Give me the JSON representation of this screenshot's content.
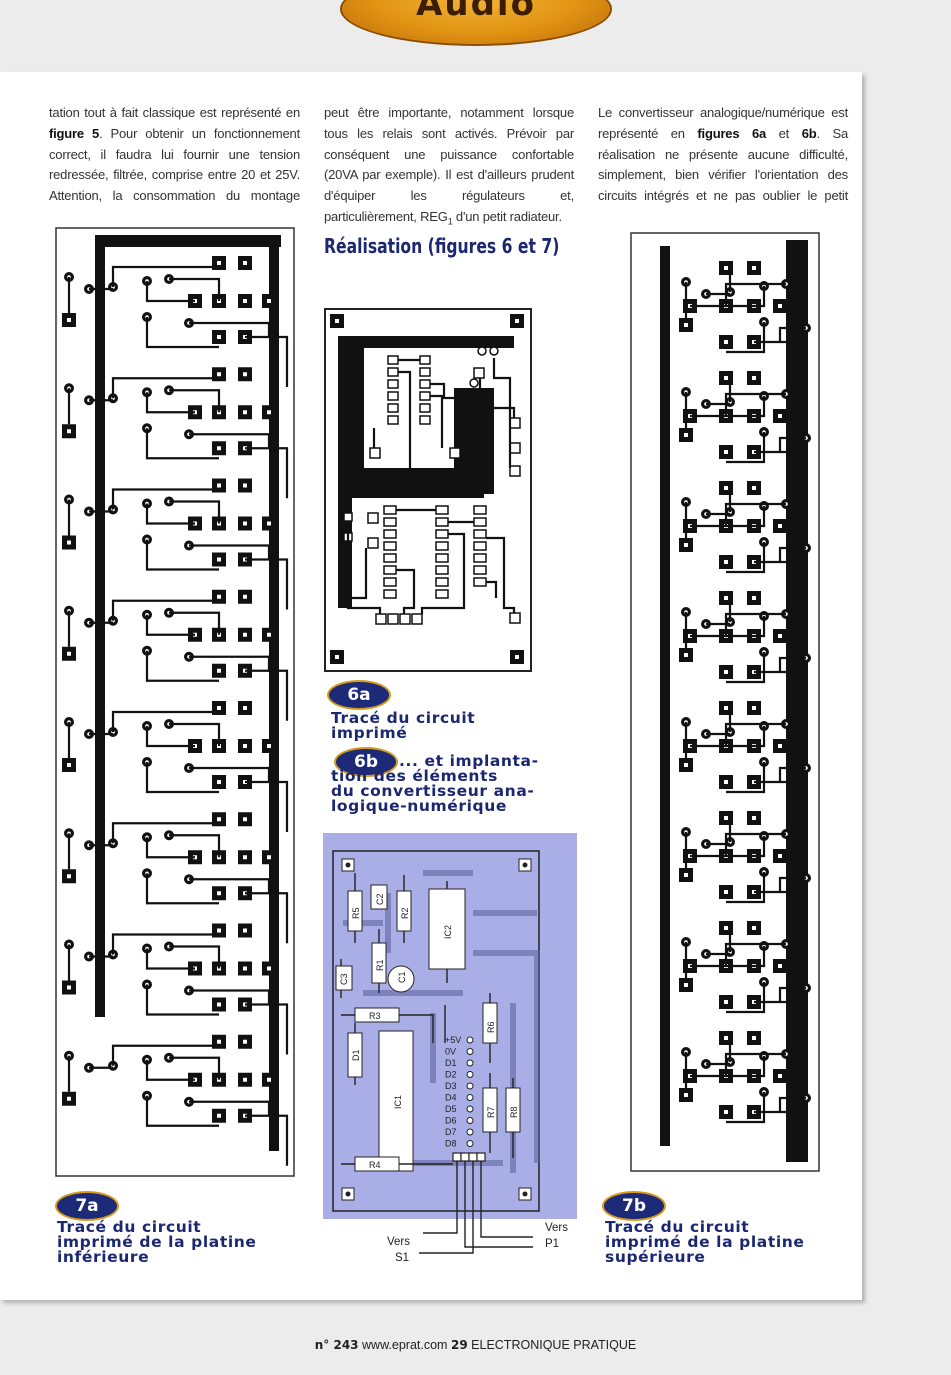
{
  "header": {
    "banner": "Audio"
  },
  "columns": {
    "left": [
      {
        "text": "tation tout à fait classique est représenté en "
      },
      {
        "text": "figure 5",
        "bold": true
      },
      {
        "text": ". Pour obtenir un fonctionnement correct, il faudra lui fournir une tension redressée, filtrée, comprise entre 20 et 25V. Attention, la consommation du montage"
      }
    ],
    "middle": [
      {
        "text": "peut être importante, notamment lorsque tous les relais sont activés. Prévoir par conséquent une puissance confortable (20VA par exemple). Il est d'ailleurs prudent d'équiper les régulateurs et, particulièrement, REG"
      },
      {
        "text": "1",
        "sub": true
      },
      {
        "text": " d'un petit radiateur."
      }
    ],
    "right": [
      {
        "text": "Le convertisseur analogique/numérique est représenté en "
      },
      {
        "text": "figures 6a",
        "bold": true
      },
      {
        "text": " et "
      },
      {
        "text": "6b",
        "bold": true
      },
      {
        "text": ". Sa réalisation ne présente aucune difficulté, simplement, bien vérifier l'orientation des circuits intégrés et ne pas oublier le petit"
      }
    ]
  },
  "section_title": "Réalisation (figures 6 et 7)",
  "figures": {
    "f6a": {
      "badge": "6a",
      "caption": [
        "Tracé du circuit",
        "imprimé"
      ]
    },
    "f6b": {
      "badge": "6b",
      "caption": [
        "... et implanta-",
        "tion des éléments",
        "du convertisseur ana-",
        "logique-numérique"
      ]
    },
    "f7a": {
      "badge": "7a",
      "caption": [
        "Tracé du circuit",
        "imprimé de la platine",
        "inférieure"
      ]
    },
    "f7b": {
      "badge": "7b",
      "caption": [
        "Tracé du circuit",
        "imprimé de la platine",
        "supérieure"
      ]
    }
  },
  "layout_labels": {
    "components": [
      "R5",
      "C2",
      "R2",
      "IC2",
      "R1",
      "C1",
      "C3",
      "R3",
      "R6",
      "D1",
      "IC1",
      "R7",
      "R8",
      "R4"
    ],
    "pins": [
      "+5V",
      "0V",
      "D1",
      "D2",
      "D3",
      "D4",
      "D5",
      "D6",
      "D7",
      "D8"
    ],
    "vers_p1": [
      "Vers",
      "P1"
    ],
    "vers_s1": [
      "Vers",
      "S1"
    ]
  },
  "footer": {
    "issue": "n° 243",
    "site": "www.eprat.com",
    "page": "29",
    "magazine": "ELECTRONIQUE PRATIQUE"
  },
  "colors": {
    "caption_blue": "#1b2770",
    "badge_blue": "#1c2a78",
    "badge_gold": "#d89a1e",
    "layout_bg": "#a9aee6",
    "banner_orange": "#e29313"
  }
}
